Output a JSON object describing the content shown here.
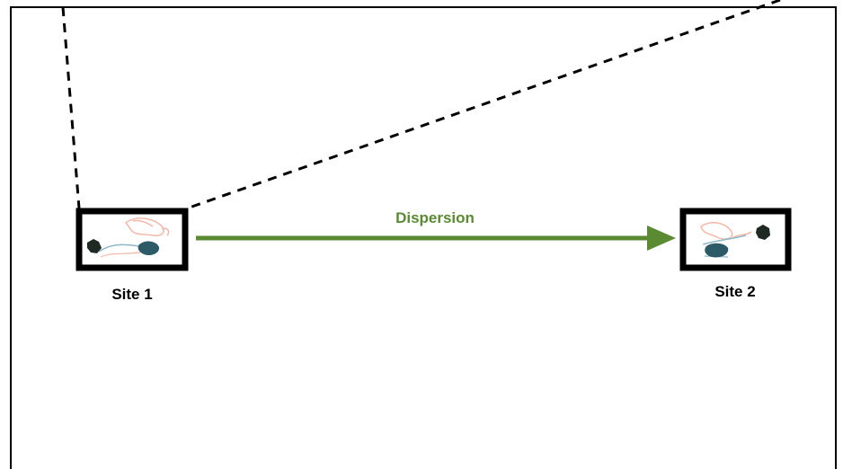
{
  "diagram": {
    "sites": [
      {
        "label": "Site 1"
      },
      {
        "label": "Site 2"
      }
    ],
    "arrow": {
      "label": "Dispersion",
      "color": "#5a8a32"
    },
    "colors": {
      "frame": "#000000",
      "dashed_line": "#000000",
      "pink_shape": "#f2b8a8",
      "blue_shape": "#8fb7c8",
      "dark_blob": "#1f2a24",
      "teal_blob": "#2c5a66"
    }
  }
}
